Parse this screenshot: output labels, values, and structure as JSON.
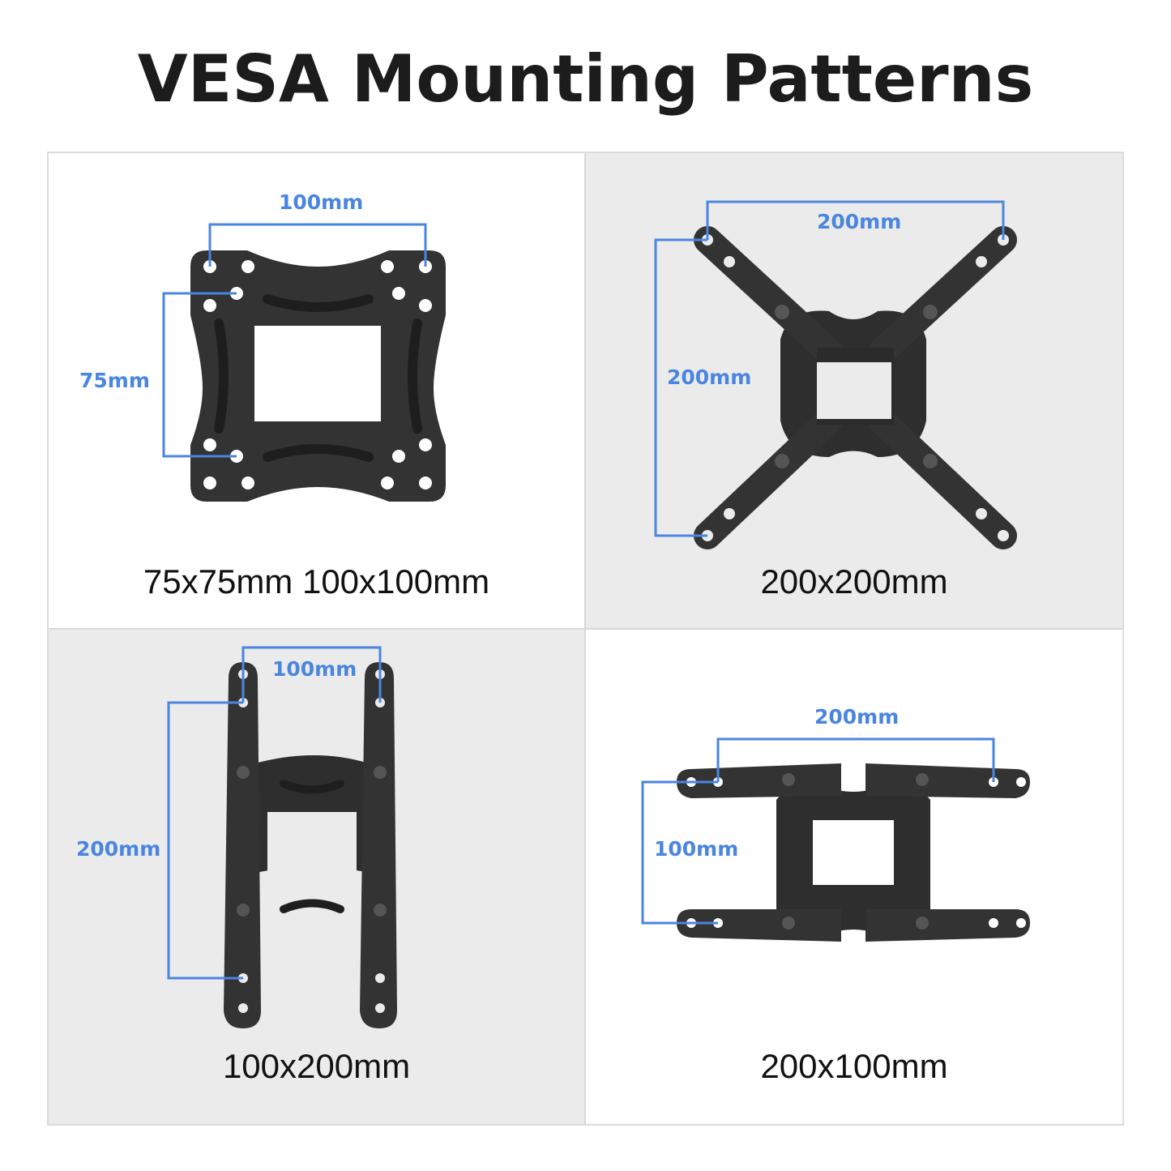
{
  "title": "VESA Mounting Patterns",
  "colors": {
    "dimension_line": "#4a86e0",
    "plate": "#333333",
    "panel_gray": "#ebebeb",
    "panel_white": "#ffffff",
    "title": "#1c1c1c"
  },
  "panels": [
    {
      "caption": "75x75mm 100x100mm",
      "horizontal_dim": "100mm",
      "vertical_dim": "75mm",
      "plate_type": "square-plate"
    },
    {
      "caption": "200x200mm",
      "horizontal_dim": "200mm",
      "vertical_dim": "200mm",
      "plate_type": "x-bracket"
    },
    {
      "caption": "100x200mm",
      "horizontal_dim": "100mm",
      "vertical_dim": "200mm",
      "plate_type": "vertical-arms-bracket"
    },
    {
      "caption": "200x100mm",
      "horizontal_dim": "200mm",
      "vertical_dim": "100mm",
      "plate_type": "horizontal-arms-bracket"
    }
  ]
}
